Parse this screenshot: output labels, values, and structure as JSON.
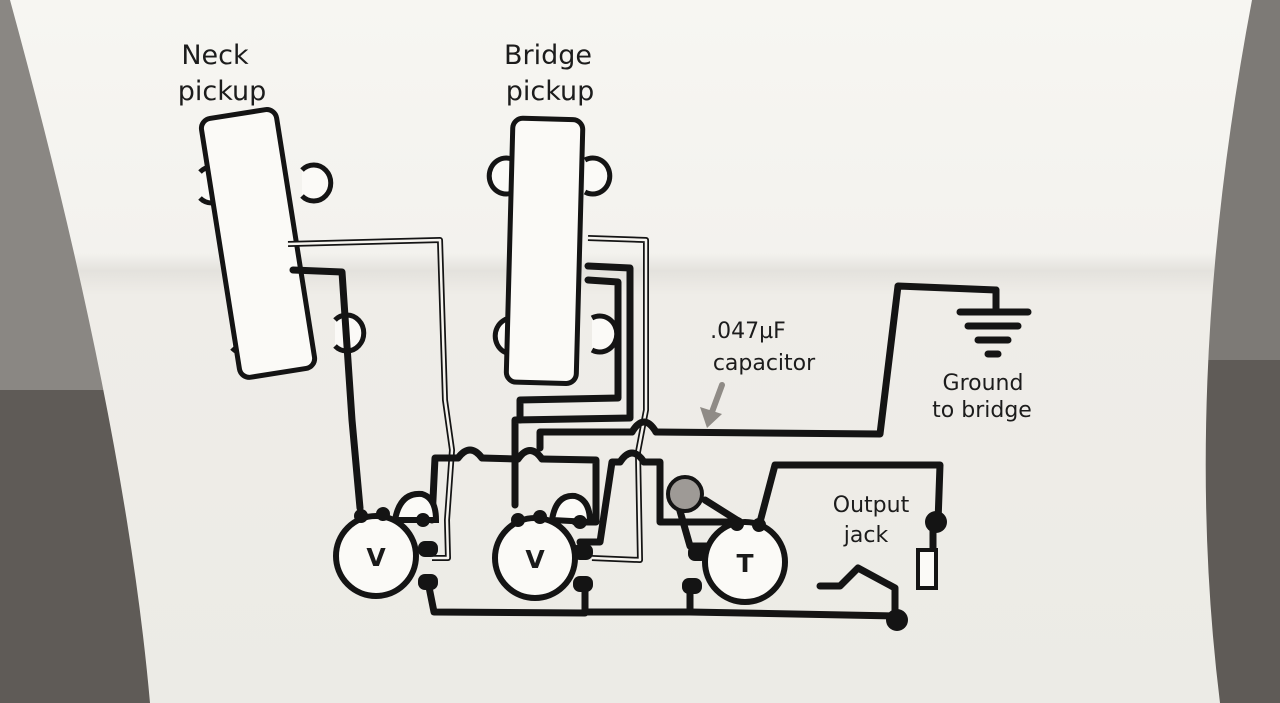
{
  "labels": {
    "neck_pickup_line1": "Neck",
    "neck_pickup_line2": "pickup",
    "bridge_pickup_line1": "Bridge",
    "bridge_pickup_line2": "pickup",
    "capacitor_line1": ".047µF",
    "capacitor_line2": "capacitor",
    "ground_line1": "Ground",
    "ground_line2": "to bridge",
    "output_line1": "Output",
    "output_line2": "jack"
  },
  "controls": {
    "neck_volume": "V",
    "bridge_volume": "V",
    "tone": "T"
  },
  "colors": {
    "paper": "#f3f1ec",
    "ink": "#141414",
    "capacitor": "#9e9a96",
    "background": "#5f5b57"
  }
}
